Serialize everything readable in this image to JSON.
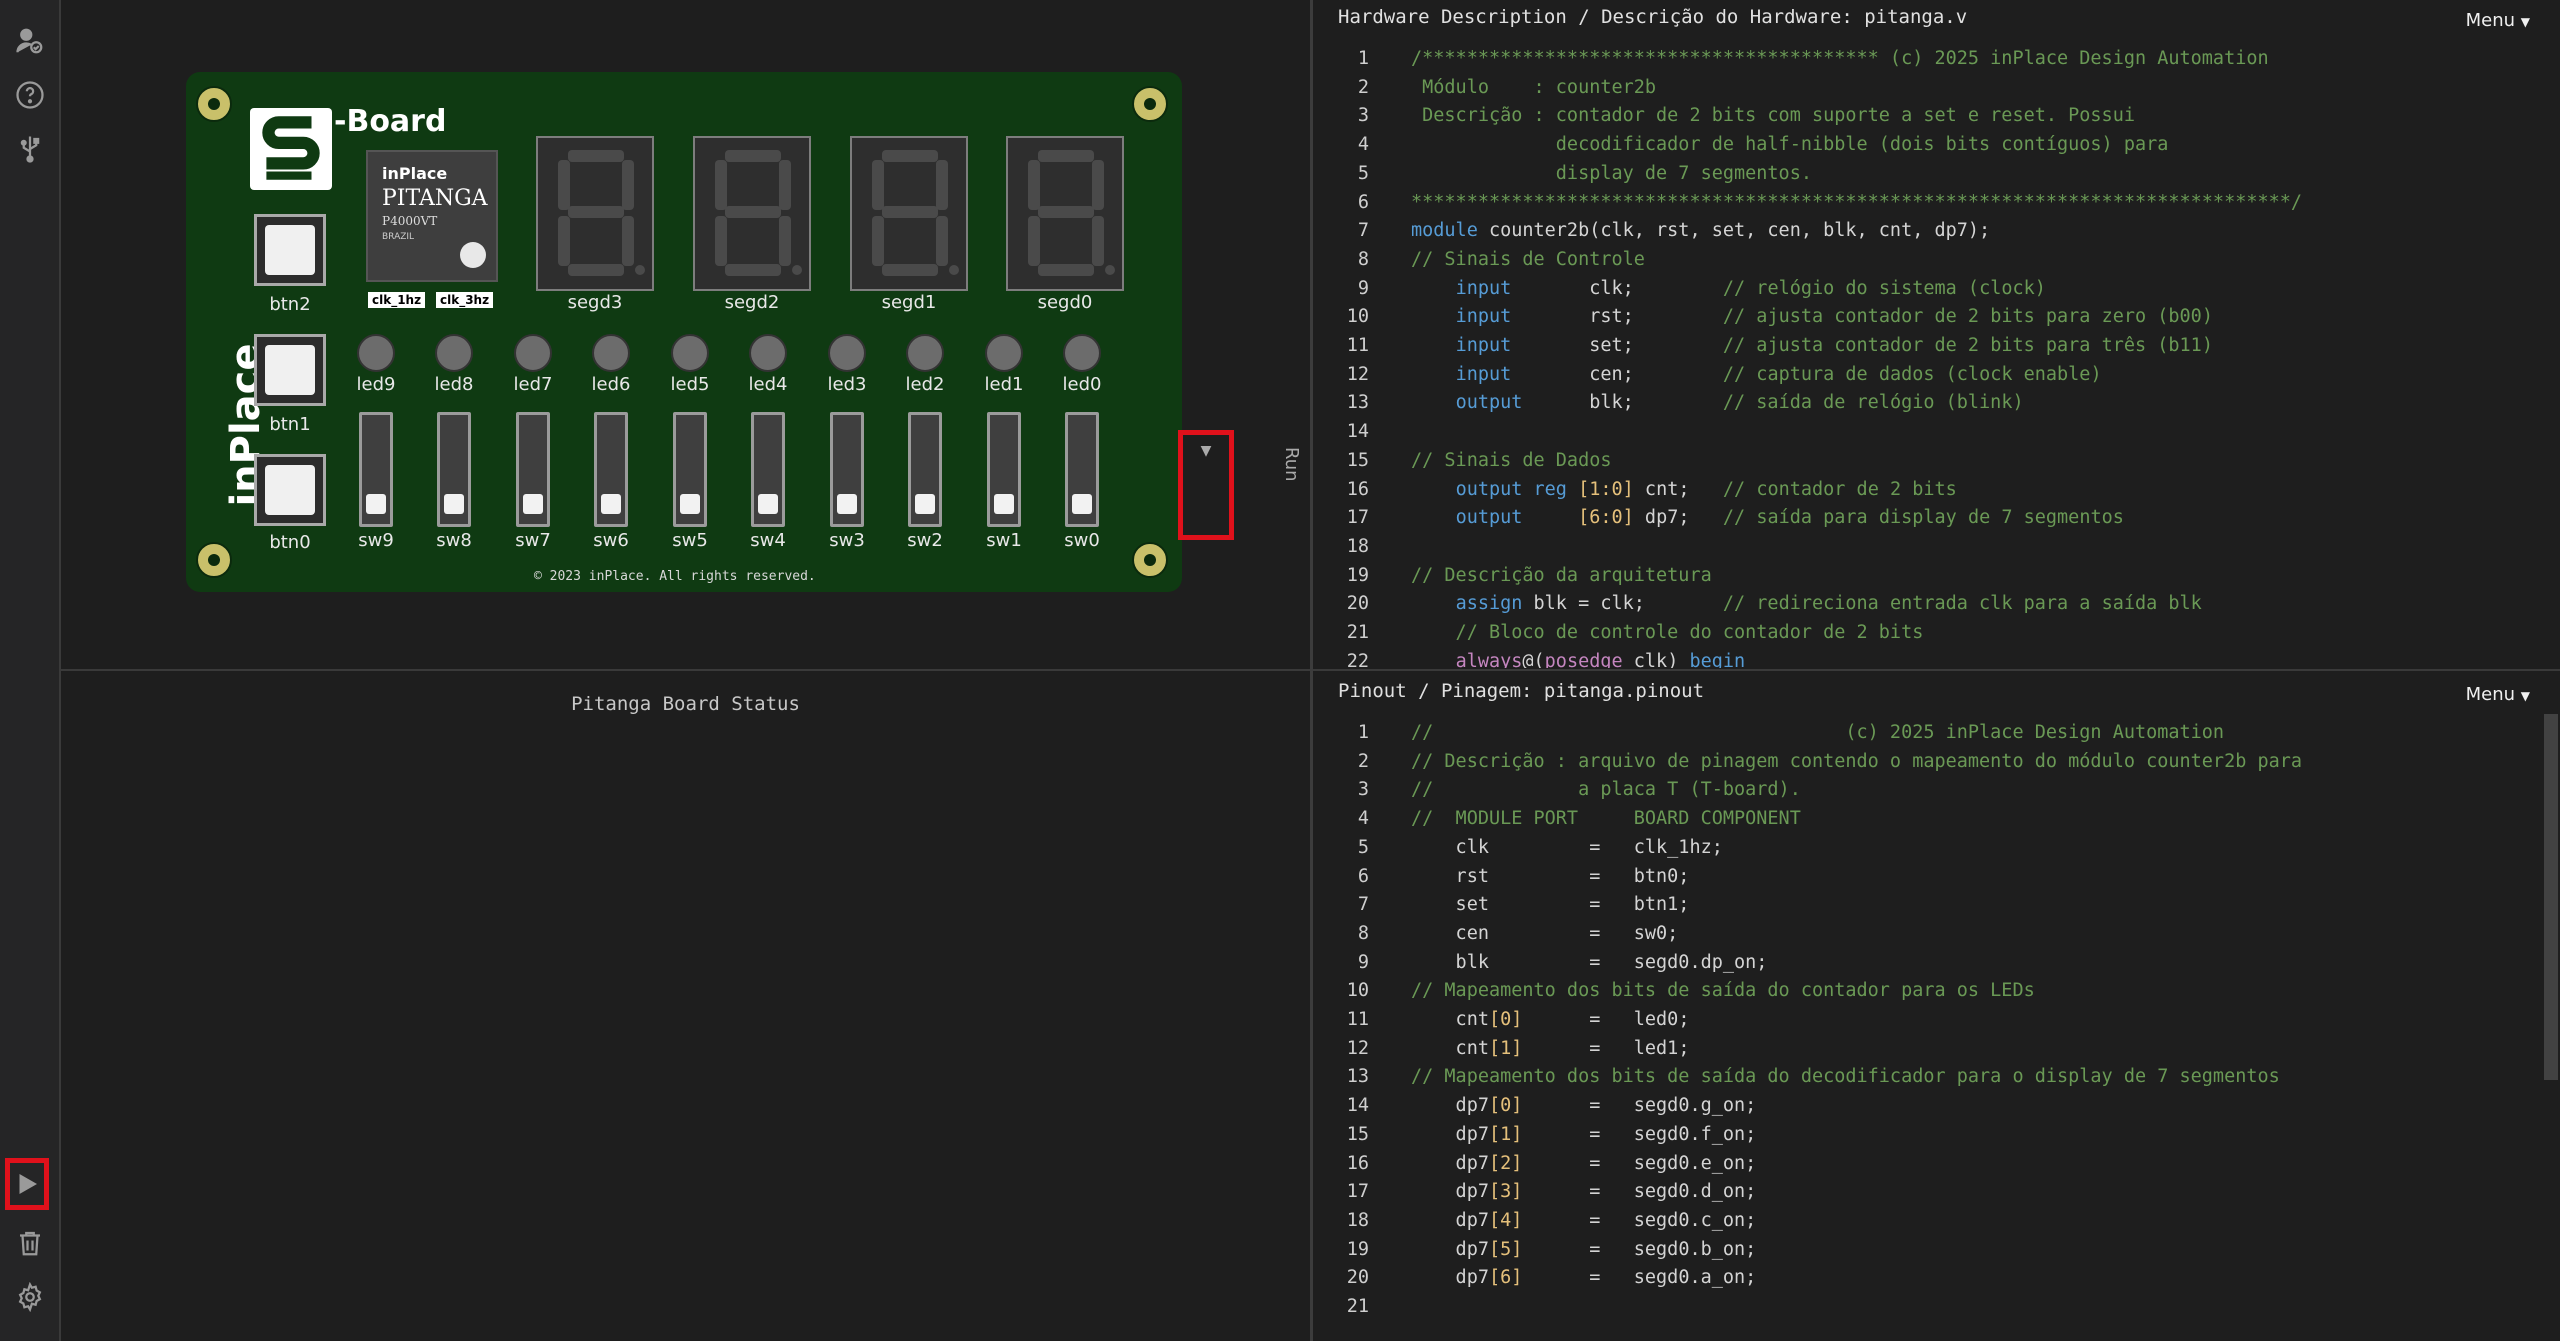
{
  "board": {
    "brand": "-Board",
    "vendor": "inPlace",
    "side_brand": "inPlace",
    "chip": {
      "maker": "inPlace",
      "name": "PITANGA",
      "part": "P4000VT",
      "origin": "BRAZIL"
    },
    "clk_labels": [
      "clk_1hz",
      "clk_3hz"
    ],
    "buttons": [
      "btn2",
      "btn1",
      "btn0"
    ],
    "segments": [
      "segd3",
      "segd2",
      "segd1",
      "segd0"
    ],
    "leds": [
      "led9",
      "led8",
      "led7",
      "led6",
      "led5",
      "led4",
      "led3",
      "led2",
      "led1",
      "led0"
    ],
    "switches": [
      "sw9",
      "sw8",
      "sw7",
      "sw6",
      "sw5",
      "sw4",
      "sw3",
      "sw2",
      "sw1",
      "sw0"
    ],
    "copyright": "© 2023 inPlace. All rights reserved.",
    "run_label": "Run"
  },
  "status": {
    "title": "Pitanga Board Status"
  },
  "hdl": {
    "title": "Hardware Description / Descrição do Hardware: pitanga.v",
    "menu": "Menu",
    "lines": [
      {
        "n": "1",
        "t": "/***************************************** (c) 2025 inPlace Design Automation",
        "cls": "c-comment"
      },
      {
        "n": "2",
        "t": " Módulo    : counter2b",
        "cls": "c-comment"
      },
      {
        "n": "3",
        "t": " Descrição : contador de 2 bits com suporte a set e reset. Possui",
        "cls": "c-comment"
      },
      {
        "n": "4",
        "t": "             decodificador de half-nibble (dois bits contíguos) para",
        "cls": "c-comment"
      },
      {
        "n": "5",
        "t": "             display de 7 segmentos.",
        "cls": "c-comment"
      },
      {
        "n": "6",
        "t": "*******************************************************************************/",
        "cls": "c-comment"
      },
      {
        "n": "7",
        "t": "module counter2b(clk, rst, set, cen, blk, cnt, dp7);",
        "cls": "c-plain"
      },
      {
        "n": "8",
        "t": "// Sinais de Controle",
        "cls": "c-comment"
      },
      {
        "n": "9",
        "t": "    input       clk;        // relógio do sistema (clock)",
        "cls": "c-plain"
      },
      {
        "n": "10",
        "t": "    input       rst;        // ajusta contador de 2 bits para zero (b00)",
        "cls": "c-plain"
      },
      {
        "n": "11",
        "t": "    input       set;        // ajusta contador de 2 bits para três (b11)",
        "cls": "c-plain"
      },
      {
        "n": "12",
        "t": "    input       cen;        // captura de dados (clock enable)",
        "cls": "c-plain"
      },
      {
        "n": "13",
        "t": "    output      blk;        // saída de relógio (blink)",
        "cls": "c-plain"
      },
      {
        "n": "14",
        "t": "",
        "cls": "c-plain"
      },
      {
        "n": "15",
        "t": "// Sinais de Dados",
        "cls": "c-comment"
      },
      {
        "n": "16",
        "t": "    output reg [1:0] cnt;   // contador de 2 bits",
        "cls": "c-plain"
      },
      {
        "n": "17",
        "t": "    output     [6:0] dp7;   // saída para display de 7 segmentos",
        "cls": "c-plain"
      },
      {
        "n": "18",
        "t": "",
        "cls": "c-plain"
      },
      {
        "n": "19",
        "t": "// Descrição da arquitetura",
        "cls": "c-comment"
      },
      {
        "n": "20",
        "t": "    assign blk = clk;       // redireciona entrada clk para a saída blk",
        "cls": "c-plain"
      },
      {
        "n": "21",
        "t": "    // Bloco de controle do contador de 2 bits",
        "cls": "c-comment"
      },
      {
        "n": "22",
        "t": "    always@(posedge clk) begin",
        "cls": "c-plain"
      }
    ]
  },
  "pinout": {
    "title": "Pinout / Pinagem: pitanga.pinout",
    "menu": "Menu",
    "lines": [
      {
        "n": "1",
        "t": "//                                     (c) 2025 inPlace Design Automation",
        "cls": "c-comment"
      },
      {
        "n": "2",
        "t": "// Descrição : arquivo de pinagem contendo o mapeamento do módulo counter2b para",
        "cls": "c-comment"
      },
      {
        "n": "3",
        "t": "//             a placa T (T-board).",
        "cls": "c-comment"
      },
      {
        "n": "4",
        "t": "//  MODULE PORT     BOARD COMPONENT",
        "cls": "c-comment"
      },
      {
        "n": "5",
        "t": "    clk         =   clk_1hz;",
        "cls": "c-plain"
      },
      {
        "n": "6",
        "t": "    rst         =   btn0;",
        "cls": "c-plain"
      },
      {
        "n": "7",
        "t": "    set         =   btn1;",
        "cls": "c-plain"
      },
      {
        "n": "8",
        "t": "    cen         =   sw0;",
        "cls": "c-plain"
      },
      {
        "n": "9",
        "t": "    blk         =   segd0.dp_on;",
        "cls": "c-plain"
      },
      {
        "n": "10",
        "t": "// Mapeamento dos bits de saída do contador para os LEDs",
        "cls": "c-comment"
      },
      {
        "n": "11",
        "t": "    cnt[0]      =   led0;",
        "cls": "c-plain"
      },
      {
        "n": "12",
        "t": "    cnt[1]      =   led1;",
        "cls": "c-plain"
      },
      {
        "n": "13",
        "t": "// Mapeamento dos bits de saída do decodificador para o display de 7 segmentos",
        "cls": "c-comment"
      },
      {
        "n": "14",
        "t": "    dp7[0]      =   segd0.g_on;",
        "cls": "c-plain"
      },
      {
        "n": "15",
        "t": "    dp7[1]      =   segd0.f_on;",
        "cls": "c-plain"
      },
      {
        "n": "16",
        "t": "    dp7[2]      =   segd0.e_on;",
        "cls": "c-plain"
      },
      {
        "n": "17",
        "t": "    dp7[3]      =   segd0.d_on;",
        "cls": "c-plain"
      },
      {
        "n": "18",
        "t": "    dp7[4]      =   segd0.c_on;",
        "cls": "c-plain"
      },
      {
        "n": "19",
        "t": "    dp7[5]      =   segd0.b_on;",
        "cls": "c-plain"
      },
      {
        "n": "20",
        "t": "    dp7[6]      =   segd0.a_on;",
        "cls": "c-plain"
      },
      {
        "n": "21",
        "t": "",
        "cls": "c-plain"
      }
    ]
  },
  "sidebar": {
    "icons": [
      "user-check-icon",
      "help-icon",
      "usb-icon",
      "play-icon",
      "trash-icon",
      "gear-icon"
    ]
  },
  "colors": {
    "accent_red": "#e0111b",
    "pcb_green": "#0f3a12",
    "comment": "#6a9955",
    "keyword": "#569cd6"
  }
}
